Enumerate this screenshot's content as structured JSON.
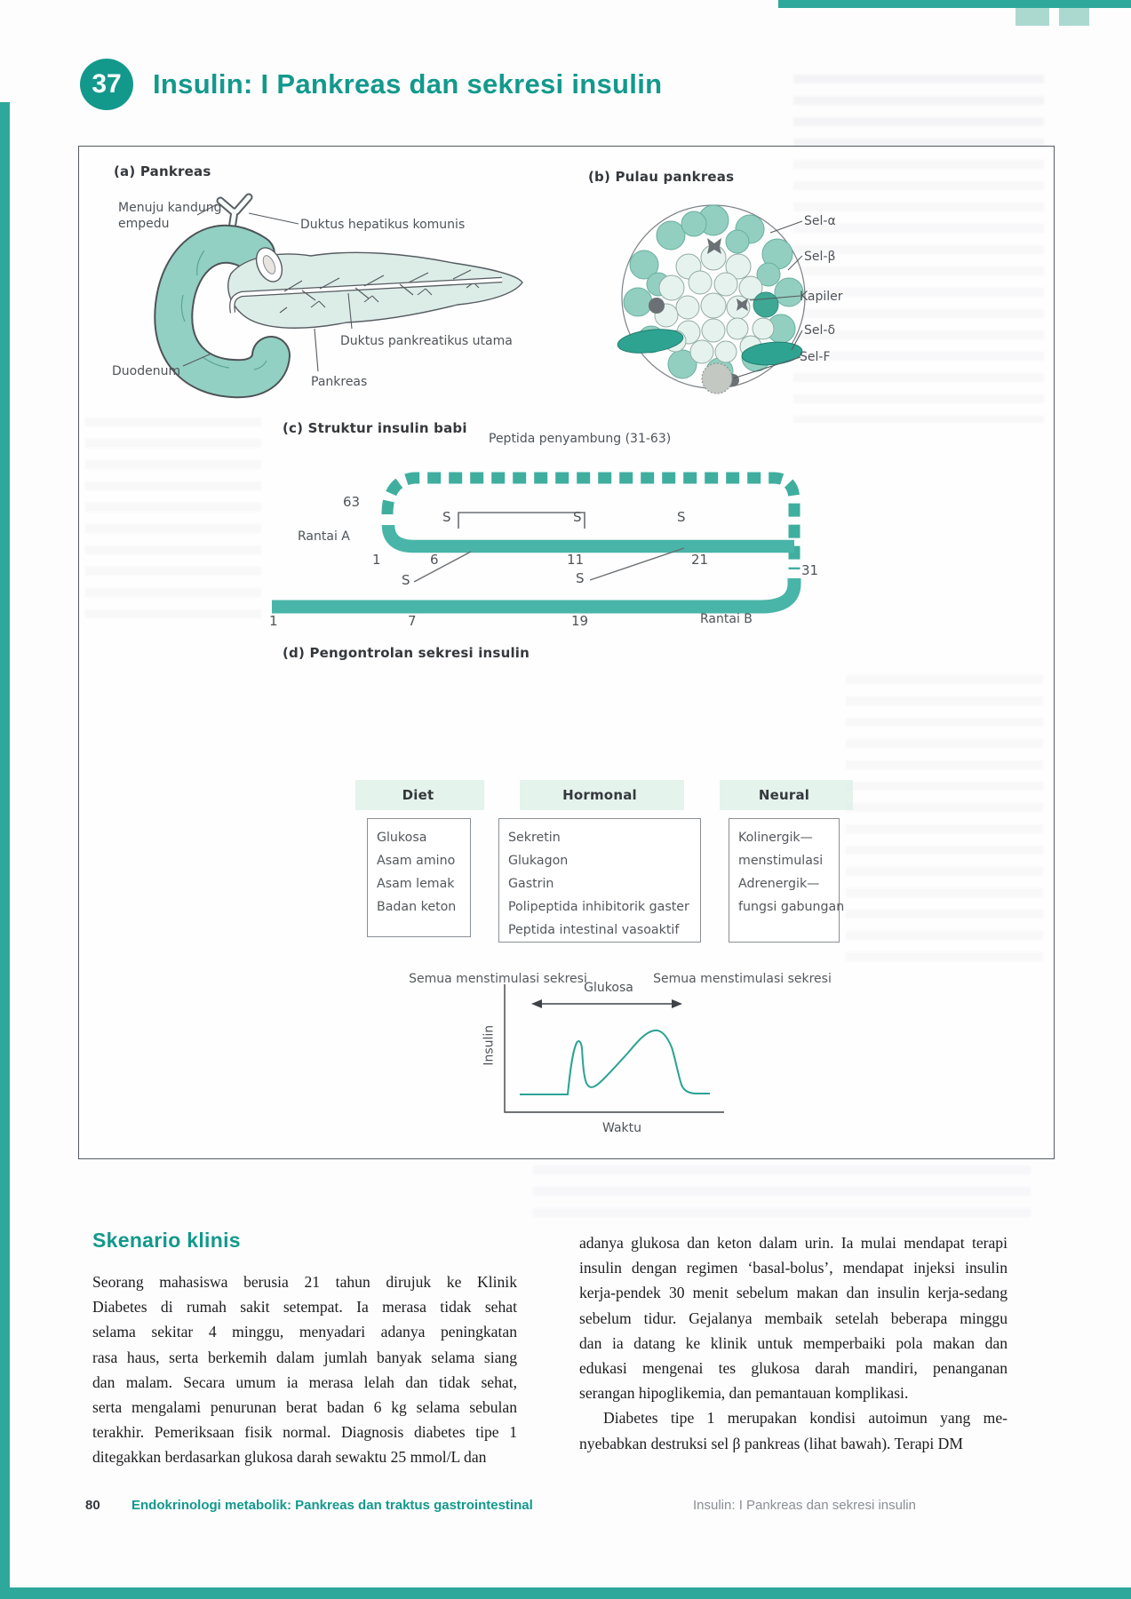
{
  "page": {
    "chapter_number": "37",
    "title": "Insulin: I Pankreas dan sekresi insulin",
    "accent_color": "#12998c",
    "footer": {
      "page_number": "80",
      "section_title": "Endokrinologi metabolik: Pankreas dan traktus gastrointestinal",
      "chapter_title": "Insulin: I Pankreas dan sekresi insulin"
    }
  },
  "figure": {
    "panel_a": {
      "title": "(a) Pankreas",
      "labels": {
        "gallbladder": "Menuju kandung\nempedu",
        "hepatic_duct": "Duktus hepatikus komunis",
        "pancreatic_duct": "Duktus pankreatikus utama",
        "duodenum": "Duodenum",
        "pancreas": "Pankreas"
      }
    },
    "panel_b": {
      "title": "(b) Pulau pankreas",
      "labels": {
        "alpha": "Sel-α",
        "beta": "Sel-β",
        "capillary": "Kapiler",
        "delta": "Sel-δ",
        "f_cell": "Sel-F"
      }
    },
    "panel_c": {
      "title": "(c) Struktur insulin babi",
      "connecting_peptide": "Peptida penyambung (31-63)",
      "chain_a_label": "Rantai A",
      "chain_b_label": "Rantai B",
      "pos_63": "63",
      "pos_31": "31",
      "sulfur": "S",
      "chain_a_positions": [
        "1",
        "6",
        "11",
        "21"
      ],
      "chain_b_positions": [
        "1",
        "7",
        "19"
      ]
    },
    "panel_d": {
      "title": "(d) Pengontrolan sekresi insulin",
      "columns": [
        {
          "header": "Diet",
          "items": [
            "Glukosa",
            "Asam amino",
            "Asam lemak",
            "Badan keton"
          ]
        },
        {
          "header": "Hormonal",
          "items": [
            "Sekretin",
            "Glukagon",
            "Gastrin",
            "Polipeptida inhibitorik gaster",
            "Peptida intestinal vasoaktif"
          ]
        },
        {
          "header": "Neural",
          "items": [
            "Kolinergik—",
            "menstimulasi",
            "Adrenergik—",
            "fungsi gabungan"
          ]
        }
      ],
      "note_left": "Semua menstimulasi sekresi",
      "note_right": "Semua menstimulasi sekresi",
      "graph": {
        "top_label": "Glukosa",
        "y_label": "Insulin",
        "x_label": "Waktu"
      }
    }
  },
  "clinical": {
    "heading": "Skenario klinis",
    "left_lines": [
      "Seorang mahasiswa berusia 21 tahun dirujuk ke Klinik",
      "Diabetes di rumah sakit setempat. Ia merasa tidak sehat",
      "selama sekitar 4 minggu, menyadari adanya peningkatan",
      "rasa haus, serta berkemih dalam jumlah banyak selama siang",
      "dan malam. Secara umum ia merasa lelah dan tidak sehat,",
      "serta mengalami penurunan berat badan 6 kg selama sebulan",
      "terakhir. Pemeriksaan fisik normal. Diagnosis diabetes tipe 1",
      "ditegakkan berdasarkan glukosa darah sewaktu 25 mmol/L dan"
    ],
    "right_lines": [
      "adanya glukosa dan keton dalam urin. Ia mulai mendapat terapi",
      "insulin dengan regimen ‘basal-bolus’, mendapat injeksi insulin",
      "kerja-pendek 30 menit sebelum makan dan insulin kerja-sedang",
      "sebelum tidur. Gejalanya membaik setelah beberapa minggu",
      "dan ia datang ke klinik untuk memperbaiki pola makan dan",
      "edukasi mengenai tes glukosa darah mandiri, penanganan",
      "serangan hipoglikemia, dan pemantauan komplikasi.",
      "Diabetes tipe 1 merupakan kondisi autoimun yang me-",
      "nyebabkan destruksi sel β pankreas (lihat bawah). Terapi DM"
    ]
  }
}
